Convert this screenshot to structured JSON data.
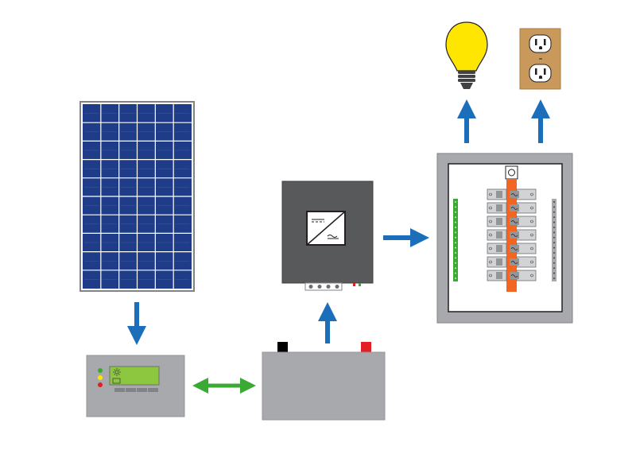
{
  "diagram": {
    "components": [
      {
        "id": "solar-panel",
        "icon": "solar-panel-icon",
        "label": ""
      },
      {
        "id": "charge-controller",
        "icon": "charge-controller-icon",
        "label": ""
      },
      {
        "id": "battery",
        "icon": "battery-icon",
        "label": ""
      },
      {
        "id": "inverter",
        "icon": "inverter-icon",
        "label": ""
      },
      {
        "id": "breaker-panel",
        "icon": "breaker-panel-icon",
        "label": ""
      },
      {
        "id": "light-bulb",
        "icon": "light-bulb-icon",
        "label": ""
      },
      {
        "id": "outlet",
        "icon": "outlet-icon",
        "label": ""
      }
    ],
    "connections": [
      {
        "from": "solar-panel",
        "to": "charge-controller",
        "direction": "one-way"
      },
      {
        "from": "charge-controller",
        "to": "battery",
        "direction": "two-way"
      },
      {
        "from": "battery",
        "to": "inverter",
        "direction": "one-way"
      },
      {
        "from": "inverter",
        "to": "breaker-panel",
        "direction": "one-way"
      },
      {
        "from": "breaker-panel",
        "to": "light-bulb",
        "direction": "one-way"
      },
      {
        "from": "breaker-panel",
        "to": "outlet",
        "direction": "one-way"
      }
    ],
    "colors": {
      "flow_arrow": "#1b6fba",
      "bidirectional_arrow": "#3aaa35",
      "solar_cell": "#1f3c88",
      "device_gray": "#a7a9ac",
      "inverter_dark": "#58595b",
      "bulb_yellow": "#ffe600",
      "outlet_tan": "#c8995b",
      "breaker_orange": "#f26522",
      "battery_negative": "#000000",
      "battery_positive": "#e31e24",
      "led_green": "#3aaa35",
      "led_yellow": "#ffe600",
      "led_red": "#e31e24",
      "lcd_green": "#8dc63f"
    }
  }
}
